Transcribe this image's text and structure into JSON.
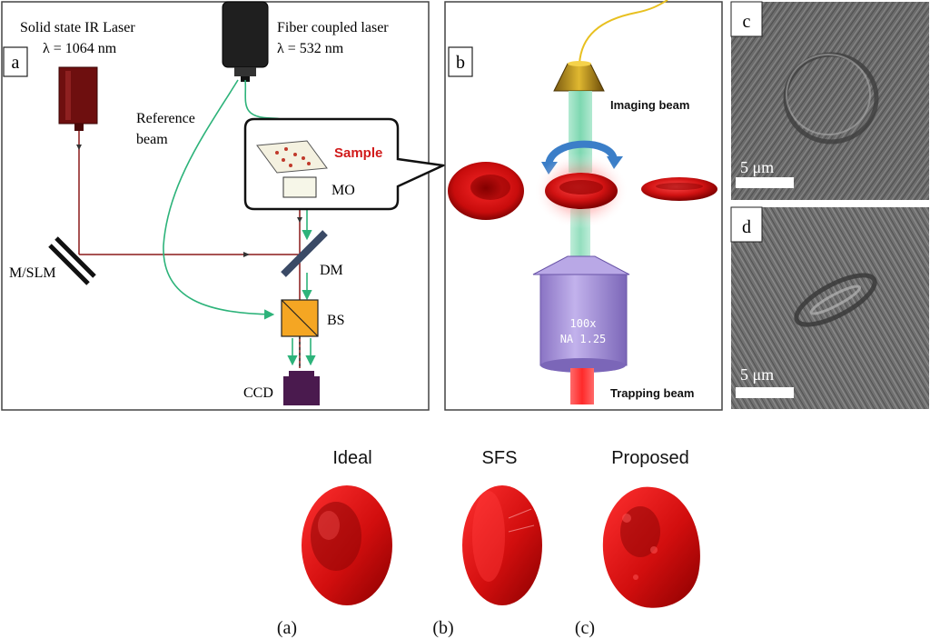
{
  "panel_a": {
    "tag": "a",
    "ir_laser_label": "Solid state IR Laser",
    "ir_wavelength": "λ = 1064 nm",
    "fiber_laser_label": "Fiber coupled laser",
    "fiber_wavelength": "λ = 532 nm",
    "reference_label_1": "Reference",
    "reference_label_2": "beam",
    "sample_label": "Sample",
    "mo_label": "MO",
    "mslm_label": "M/SLM",
    "dm_label": "DM",
    "bs_label": "BS",
    "ccd_label": "CCD"
  },
  "panel_b": {
    "tag": "b",
    "imaging_beam_label": "Imaging beam",
    "trapping_beam_label": "Trapping beam",
    "objective_mag": "100x",
    "objective_na": "NA 1.25"
  },
  "panel_c": {
    "tag": "c",
    "scale_label": "5 μm"
  },
  "panel_d": {
    "tag": "d",
    "scale_label": "5 μm"
  },
  "comparison": {
    "titles": [
      "Ideal",
      "SFS",
      "Proposed"
    ],
    "captions": [
      "(a)",
      "(b)",
      "(c)"
    ]
  },
  "colors": {
    "ir_beam": "#8b1a1a",
    "green_beam": "#2db37a",
    "cell_red": "#d81010",
    "objective_purple": "#a58fd6",
    "bs_orange": "#f5a623",
    "ccd_purple": "#4a1a4e"
  }
}
